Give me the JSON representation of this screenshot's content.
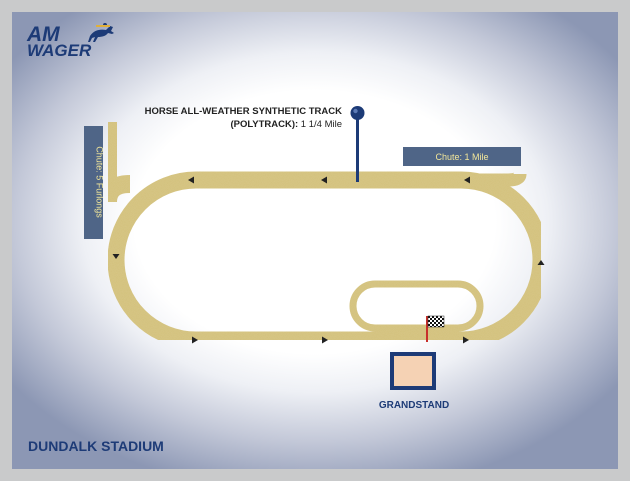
{
  "brand": {
    "line1": "AM",
    "line2": "WAGER",
    "color": "#1d3b77"
  },
  "track": {
    "title_bold": "HORSE ALL-WEATHER SYNTHETIC TRACK",
    "subtitle_bold": "(POLYTRACK):",
    "distance": " 1 1/4 Mile",
    "surface_color": "#d4c27e",
    "pin_color": "#1d3b77"
  },
  "chutes": {
    "mile": "Chute: 1 Mile",
    "furlongs": "Chute: 5 Furlongs",
    "box_color": "#4f6587"
  },
  "grandstand": {
    "label": "GRANDSTAND",
    "fill_color": "#f5d2b4"
  },
  "venue": {
    "name": "DUNDALK STADIUM"
  },
  "icons": {
    "finish": "checkered-flag-icon",
    "horse": "horse-jockey-icon",
    "pin": "map-pin-icon",
    "direction": "direction-arrow-icon"
  }
}
